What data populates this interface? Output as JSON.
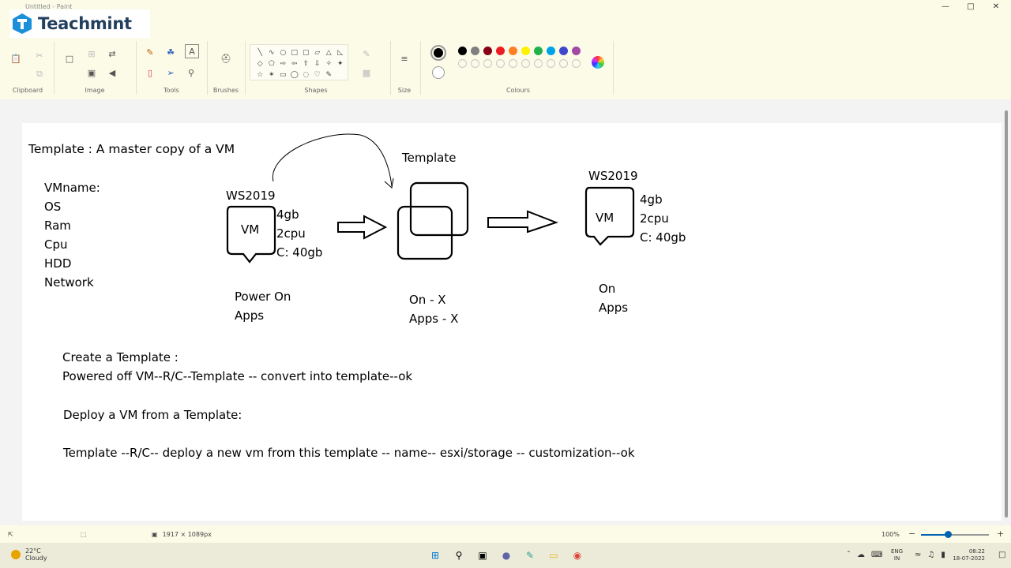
{
  "window": {
    "title": "Untitled - Paint",
    "controls": [
      "minimize-icon",
      "maximize-icon",
      "close-icon"
    ]
  },
  "brand": {
    "name": "Teachmint"
  },
  "ribbon": {
    "groups": {
      "clipboard": "Clipboard",
      "image": "Image",
      "tools": "Tools",
      "brushes": "Brushes",
      "shapes": "Shapes",
      "size": "Size",
      "colours": "Colours"
    }
  },
  "palette": {
    "current": "#000000",
    "secondary": "#ffffff",
    "row1": [
      "#000000",
      "#7f7f7f",
      "#880015",
      "#ed1c24",
      "#ff7f27",
      "#fff200",
      "#22b14c",
      "#00a2e8",
      "#3f48cc",
      "#a349a4"
    ],
    "row2": [
      "#ffffff",
      "#c3c3c3",
      "#b97a57",
      "#ffaec9",
      "#ffc90e",
      "#efe4b0",
      "#b5e61d",
      "#99d9ea",
      "#7092be",
      "#c8bfe7"
    ]
  },
  "canvas": {
    "heading": "Template : A master copy of a VM",
    "vm_props": [
      "VMname:",
      "OS",
      "Ram",
      "Cpu",
      "HDD",
      "Network"
    ],
    "source_vm": {
      "name": "WS2019",
      "label": "VM",
      "specs": [
        "4gb",
        "2cpu",
        "C: 40gb"
      ],
      "state": [
        "Power On",
        "Apps"
      ]
    },
    "template": {
      "name": "Template",
      "state": [
        "On - X",
        "Apps - X"
      ]
    },
    "deployed_vm": {
      "name": "WS2019",
      "label": "VM",
      "specs": [
        "4gb",
        "2cpu",
        "C: 40gb"
      ],
      "state": [
        "On",
        "Apps"
      ]
    },
    "create_title": "Create a Template :",
    "create_steps": "Powered off VM--R/C--Template -- convert into template--ok",
    "deploy_title": "Deploy a VM from a Template:",
    "deploy_steps": "Template --R/C-- deploy a new vm from this template -- name-- esxi/storage -- customization--ok"
  },
  "statusbar": {
    "canvas_size": "1917 × 1089px",
    "zoom_label": "100%",
    "zoom_level_percent": 100
  },
  "taskbar": {
    "weather_temp": "22°C",
    "weather_desc": "Cloudy",
    "lang_1": "ENG",
    "lang_2": "IN",
    "time": "08:22",
    "date": "18-07-2022"
  }
}
